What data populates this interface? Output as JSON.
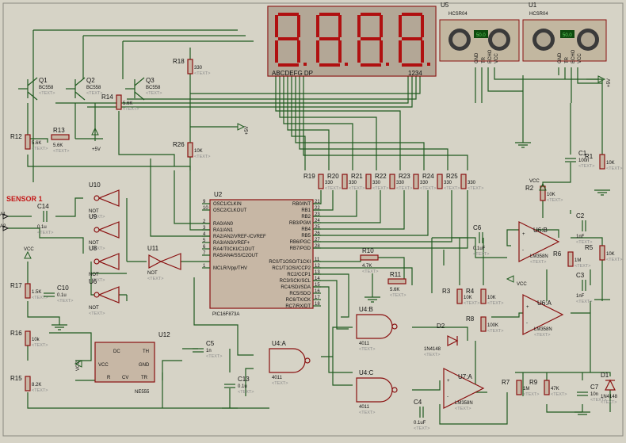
{
  "title_label": "SENSOR 1",
  "text_placeholder": "<TEXT>",
  "display": {
    "segments": "ABCDEFG DP",
    "digits": "1234"
  },
  "sonars": [
    {
      "ref": "U5",
      "model": "HCSR04",
      "readout": "50.0",
      "pins": [
        "GND",
        "TR",
        "ECHO",
        "VCC"
      ]
    },
    {
      "ref": "U1",
      "model": "HCSR04",
      "readout": "50.0",
      "pins": [
        "GND",
        "TR",
        "ECHO",
        "VCC"
      ]
    }
  ],
  "transistors": [
    {
      "ref": "Q1",
      "part": "BC558"
    },
    {
      "ref": "Q2",
      "part": "BC558"
    },
    {
      "ref": "Q3",
      "part": "BC558"
    }
  ],
  "mcu": {
    "ref": "U2",
    "part": "PIC16F873A",
    "left_pins": [
      {
        "num": "9",
        "name": "OSC1/CLKIN"
      },
      {
        "num": "10",
        "name": "OSC2/CLKOUT"
      },
      {
        "num": "2",
        "name": "RA0/AN0"
      },
      {
        "num": "3",
        "name": "RA1/AN1"
      },
      {
        "num": "4",
        "name": "RA2/AN2/VREF-/CVREF"
      },
      {
        "num": "5",
        "name": "RA3/AN3/VREF+"
      },
      {
        "num": "6",
        "name": "RA4/T0CKI/C1OUT"
      },
      {
        "num": "7",
        "name": "RA5/AN4/SS/C2OUT"
      },
      {
        "num": "1",
        "name": "MCLR/Vpp/THV"
      }
    ],
    "right_pins": [
      {
        "num": "21",
        "name": "RB0/INT"
      },
      {
        "num": "22",
        "name": "RB1"
      },
      {
        "num": "23",
        "name": "RB2"
      },
      {
        "num": "24",
        "name": "RB3/PGM"
      },
      {
        "num": "25",
        "name": "RB4"
      },
      {
        "num": "26",
        "name": "RB5"
      },
      {
        "num": "27",
        "name": "RB6/PGC"
      },
      {
        "num": "28",
        "name": "RB7/PGD"
      },
      {
        "num": "11",
        "name": "RC0/T1OSO/T1CKI"
      },
      {
        "num": "12",
        "name": "RC1/T1OSI/CCP2"
      },
      {
        "num": "13",
        "name": "RC2/CCP1"
      },
      {
        "num": "14",
        "name": "RC3/SCK/SCL"
      },
      {
        "num": "15",
        "name": "RC4/SDI/SDA"
      },
      {
        "num": "16",
        "name": "RC5/SDO"
      },
      {
        "num": "17",
        "name": "RC6/TX/CK"
      },
      {
        "num": "18",
        "name": "RC7/RX/DT"
      }
    ]
  },
  "resistors": [
    {
      "ref": "R18",
      "value": "330"
    },
    {
      "ref": "R14",
      "value": "5.6K"
    },
    {
      "ref": "R13",
      "value": "5.6K"
    },
    {
      "ref": "R12",
      "value": "5.6K"
    },
    {
      "ref": "R26",
      "value": "10K"
    },
    {
      "ref": "R19",
      "value": "330"
    },
    {
      "ref": "R20",
      "value": "330"
    },
    {
      "ref": "R21",
      "value": "330"
    },
    {
      "ref": "R22",
      "value": "330"
    },
    {
      "ref": "R23",
      "value": "330"
    },
    {
      "ref": "R24",
      "value": "330"
    },
    {
      "ref": "R25",
      "value": "330"
    },
    {
      "ref": "R1",
      "value": "10K"
    },
    {
      "ref": "R2",
      "value": "10K"
    },
    {
      "ref": "R6",
      "value": "1M"
    },
    {
      "ref": "R5",
      "value": "10K"
    },
    {
      "ref": "R3",
      "value": "10K"
    },
    {
      "ref": "R4",
      "value": "10K"
    },
    {
      "ref": "R8",
      "value": "100K"
    },
    {
      "ref": "R10",
      "value": "4.7K"
    },
    {
      "ref": "R11",
      "value": "5.6K"
    },
    {
      "ref": "R7",
      "value": "1M"
    },
    {
      "ref": "R9",
      "value": "47K"
    },
    {
      "ref": "R17",
      "value": "1.5K"
    },
    {
      "ref": "R16",
      "value": "10k"
    },
    {
      "ref": "R15",
      "value": "8.2K"
    }
  ],
  "capacitors": [
    {
      "ref": "C14",
      "value": "0.1u"
    },
    {
      "ref": "C10",
      "value": "0.1u"
    },
    {
      "ref": "C1",
      "value": "100n"
    },
    {
      "ref": "C2",
      "value": "1nF"
    },
    {
      "ref": "C3",
      "value": "1nF"
    },
    {
      "ref": "C6",
      "value": "0.1uF"
    },
    {
      "ref": "C5",
      "value": "1n"
    },
    {
      "ref": "C13",
      "value": "0.1u"
    },
    {
      "ref": "C4",
      "value": "0.1uF"
    },
    {
      "ref": "C7",
      "value": "10n"
    }
  ],
  "gates": [
    {
      "ref": "U10",
      "type": "NOT"
    },
    {
      "ref": "U9",
      "type": "NOT"
    },
    {
      "ref": "U8",
      "type": "NOT"
    },
    {
      "ref": "U6",
      "type": "NOT"
    },
    {
      "ref": "U11",
      "type": "NOT"
    },
    {
      "ref": "U4:A",
      "type": "4011"
    },
    {
      "ref": "U4:B",
      "type": "4011"
    },
    {
      "ref": "U4:C",
      "type": "4011"
    }
  ],
  "opamps": [
    {
      "ref": "U6:B",
      "part": "LM358N"
    },
    {
      "ref": "U6:A",
      "part": "LM358N"
    },
    {
      "ref": "U7:A",
      "part": "LM358N"
    }
  ],
  "timer": {
    "ref": "U12",
    "part": "NE555",
    "pins": [
      "VCC",
      "DC",
      "TH",
      "GND",
      "R",
      "CV",
      "TR"
    ]
  },
  "diodes": [
    {
      "ref": "D2",
      "part": "1N4148"
    },
    {
      "ref": "D1",
      "part": "1N4148"
    }
  ],
  "rails": {
    "pos5v": "+5V",
    "vcc": "VCC"
  },
  "ports": [
    "A1",
    "A2"
  ]
}
